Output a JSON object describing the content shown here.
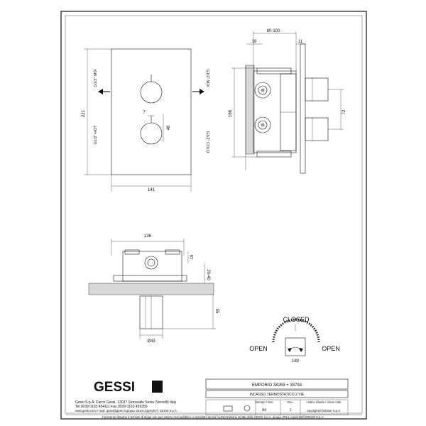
{
  "front_view": {
    "dim_width": "141",
    "dim_height": "221",
    "dim_knob_gap": "7",
    "dim_knob_spacing": "48",
    "mix_left": "G1/2\" MIX",
    "mix_right": "G1/2\" MIX",
    "hot": "G1/2\" HOT",
    "cold": "G1/2\" COLD"
  },
  "side_view": {
    "dim_depth": "80-100",
    "dim_19": "19",
    "dim_11": "11",
    "dim_166": "166",
    "dim_72": "72"
  },
  "plan_view": {
    "dim_136": "136",
    "dim_19": "19",
    "dim_20_40": "20-40",
    "dim_55": "55",
    "dim_43": "Ø43"
  },
  "rotation": {
    "closed": "CLOSED",
    "open_left": "OPEN",
    "open_right": "OPEN",
    "degrees": "180"
  },
  "title_block": {
    "logo": "GESSI",
    "model": "EMPORIO  38269 + 38794",
    "description": "INCASSO TERMOSTATICO 2 VIE",
    "company_line1": "Gessi S.p.A.  Parco Gessi, 13037 Serravalle Sesia (Vercelli) Italy",
    "company_line2": "Tel.0039  0163  454111  Fax.0039  0163  459350",
    "company_line3": "www.gessi.com  e-mail: gessi@gessi.it    giugno  2014    copyright © GESSI S.p.A.",
    "format_label": "formato / size",
    "format_value": "A4",
    "rev_label": "Rev.",
    "rev_value": "1",
    "client_code_label": "codice cliente / client code",
    "copyright_ref": "copyright(©)GESSI S.p.A.",
    "footer": "Il presente disegno è termine di legge non può essere reso pubblico o riprodotto senza l'autorizzazione scritta della GESSI S.p.A.   giugno  2014    copyright(©)GESSI S.p.A."
  }
}
